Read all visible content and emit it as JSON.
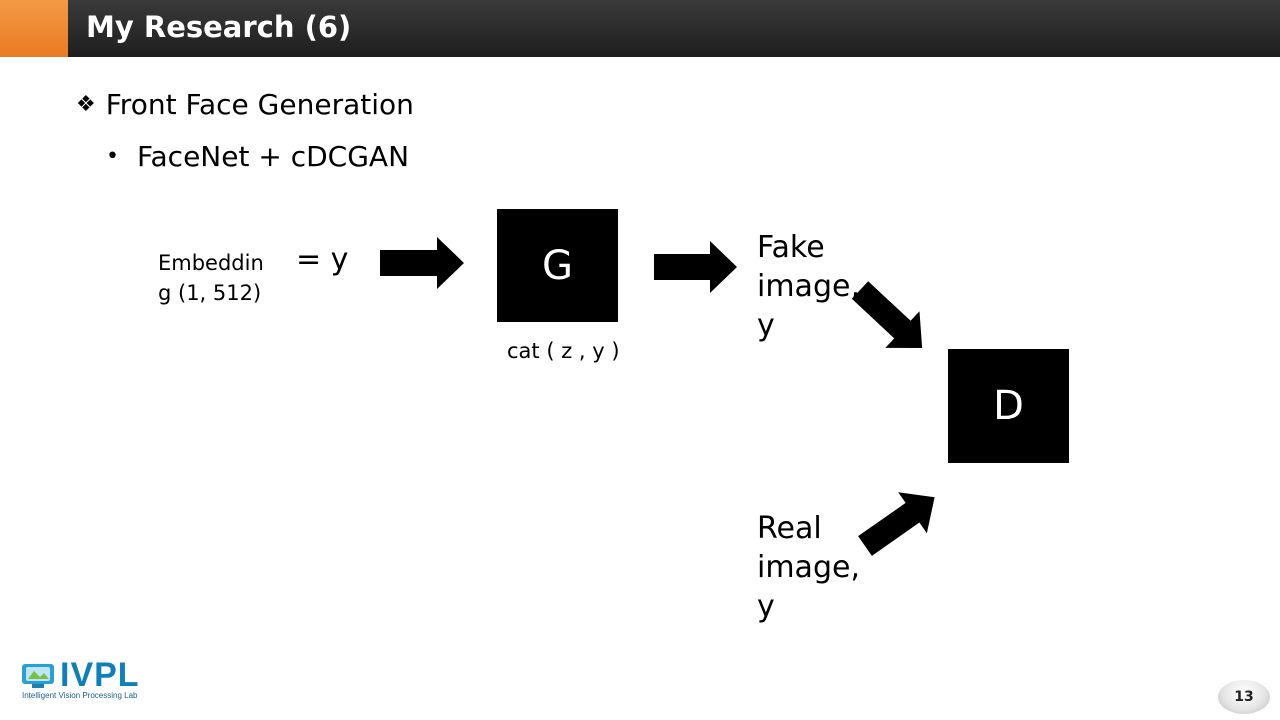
{
  "slide": {
    "title": "My Research (6)",
    "page_number": "13"
  },
  "bullets": {
    "symbol_main": "❖",
    "main": "Front Face Generation",
    "symbol_sub": "•",
    "sub": "FaceNet + cDCGAN"
  },
  "diagram": {
    "embedding_line1": "Embeddin",
    "embedding_line2": "g (1, 512)",
    "equals_y": "= y",
    "generator_label": "G",
    "concat_label": "cat ( z , y )",
    "discriminator_label": "D",
    "fake_line1": "Fake",
    "fake_line2": "image,",
    "fake_line3": "y",
    "real_line1": "Real",
    "real_line2": "image,",
    "real_line3": "y"
  },
  "logo": {
    "name": "IVPL",
    "subtitle": "Intelligent Vision Processing Lab"
  },
  "colors": {
    "title_bar": "#262626",
    "title_accent": "#ee8a34",
    "logo_blue": "#0d7fb9",
    "box_fill": "#000000"
  }
}
